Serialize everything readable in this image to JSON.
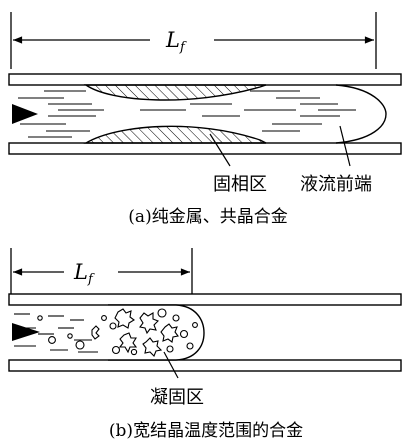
{
  "top": {
    "dimension": {
      "symbol": "L",
      "subscript": "f"
    },
    "labels": {
      "solid_zone": "固相区",
      "melt_front": "液流前端"
    },
    "caption": "(a)纯金属、共晶合金"
  },
  "bottom": {
    "dimension": {
      "symbol": "L",
      "subscript": "f"
    },
    "labels": {
      "mushy_zone": "凝固区"
    },
    "caption": "(b)宽结晶温度范围的合金"
  }
}
